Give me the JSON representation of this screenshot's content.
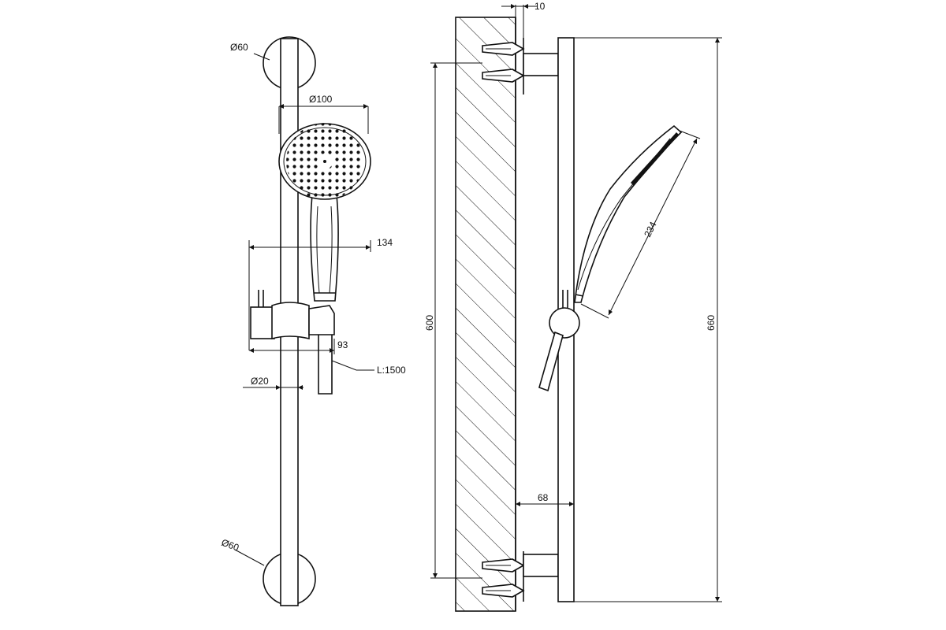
{
  "diagram": {
    "front_view": {
      "top_rosette_label": "Ø60",
      "head_diameter_label": "Ø100",
      "head_to_bar_label": "134",
      "holder_depth_label": "93",
      "hose_length_label": "L:1500",
      "bar_diameter_label": "Ø20",
      "bottom_rosette_label": "Ø60"
    },
    "side_view": {
      "wall_offset_label": "10",
      "fixing_distance_label": "600",
      "total_height_label": "660",
      "bar_projection_label": "68",
      "handset_length_label": "234"
    }
  }
}
